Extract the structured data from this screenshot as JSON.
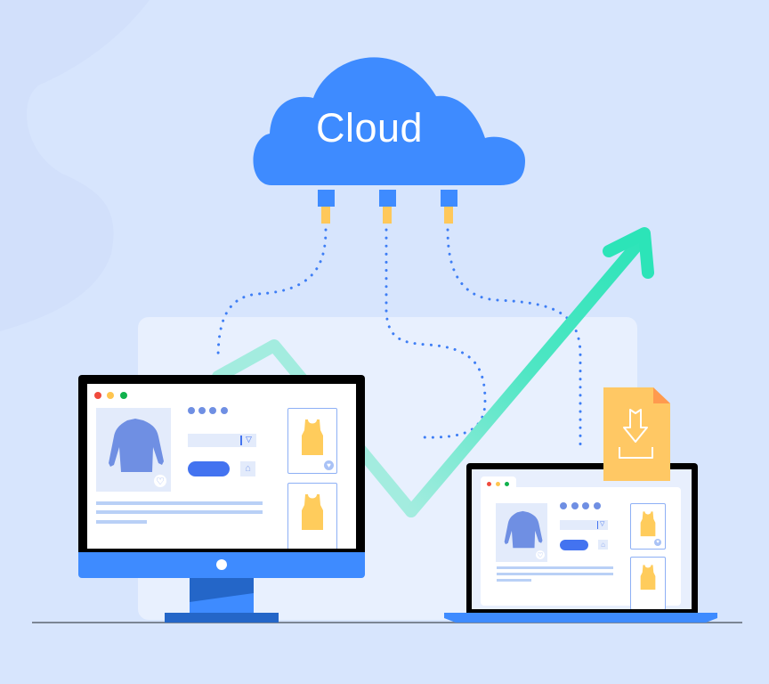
{
  "illustration": {
    "title": "Cloud",
    "background_color": "#d7e5fd",
    "panel_color": "#e8f0fe",
    "colors": {
      "cloud_blue": "#3e8bff",
      "connector_yellow": "#ffc85a",
      "dotted_line": "#3e7ef5",
      "arrow_green": "#2ce4b8",
      "file_orange": "#ffc864",
      "file_fold": "#ff9a4e",
      "shirt_blue": "#6f8fe3",
      "tanktop_yellow": "#ffcc5c",
      "button_blue": "#4373f0",
      "stand_dark": "#2466c8"
    },
    "cloud": {
      "label": "Cloud",
      "connectors": 3
    },
    "monitor": {
      "window_controls": [
        "close",
        "minimize",
        "maximize"
      ],
      "product_image": "shirt-icon",
      "rating_dots": 4,
      "thumbnails": [
        "tanktop-icon",
        "tanktop-icon"
      ]
    },
    "laptop": {
      "window_controls": [
        "close",
        "minimize",
        "maximize"
      ],
      "product_image": "shirt-icon",
      "rating_dots": 4,
      "thumbnails": [
        "tanktop-icon",
        "tanktop-icon"
      ]
    },
    "download_file": {
      "icon": "download-icon"
    },
    "trend_arrow": {
      "direction": "up-right"
    }
  }
}
